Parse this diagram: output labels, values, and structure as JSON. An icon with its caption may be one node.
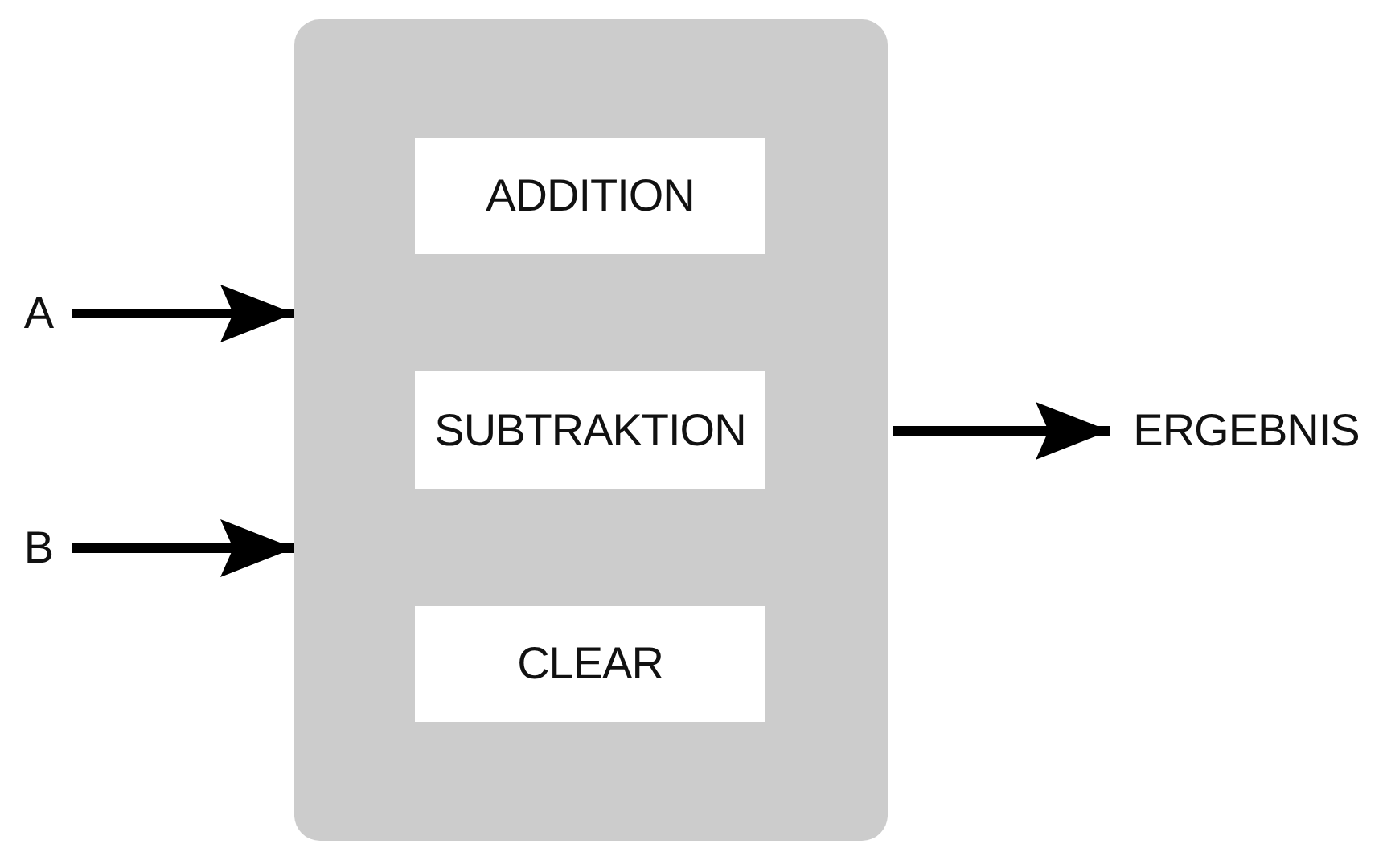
{
  "diagram": {
    "nodes": [
      {
        "text": [],
        "shape": "box"
      },
      {
        "text": [
          "ADDITION"
        ],
        "in": 0
      },
      {
        "text": [
          "SUBTRAKTION"
        ],
        "in": 0
      },
      {
        "text": [
          "CLEAR"
        ],
        "in": 0
      },
      {
        "text": [
          "A"
        ]
      },
      {
        "text": [
          "B"
        ]
      },
      {
        "text": [
          "ERGEBNIS"
        ]
      }
    ],
    "edges": [
      {
        "from": 4,
        "to": 0,
        "arrow": "to"
      },
      {
        "from": 5,
        "to": 0,
        "arrow": "to"
      },
      {
        "from": 0,
        "to": 6,
        "arrow": "to"
      }
    ]
  }
}
